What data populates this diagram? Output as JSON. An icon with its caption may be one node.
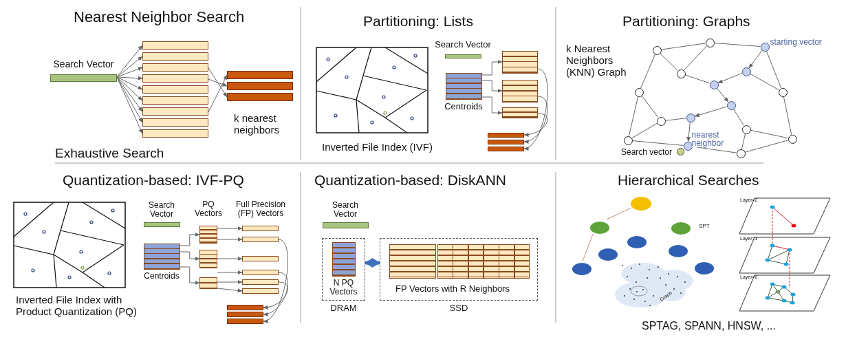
{
  "diagram": {
    "nodes": [
      {
        "text": [
          "Search Vector"
        ]
      },
      {
        "text": [],
        "shape": "bar"
      },
      {
        "text": [],
        "shape": "bar"
      },
      {
        "text": [],
        "shape": "bar"
      },
      {
        "text": [],
        "shape": "bar"
      },
      {
        "text": [],
        "shape": "bar"
      },
      {
        "text": [],
        "shape": "bar"
      },
      {
        "text": [],
        "shape": "bar"
      },
      {
        "text": [],
        "shape": "bar"
      },
      {
        "text": [],
        "shape": "bar"
      },
      {
        "text": [],
        "shape": "bar"
      },
      {
        "text": [],
        "shape": "bar"
      },
      {
        "text": [],
        "shape": "bar"
      },
      {
        "text": [
          "Search Vector"
        ]
      },
      {
        "text": [
          "Centroids"
        ]
      },
      {
        "text": [],
        "shape": "box"
      },
      {
        "text": [],
        "shape": "box"
      },
      {
        "text": [],
        "shape": "box"
      },
      {
        "text": [],
        "shape": "bar"
      },
      {
        "text": [],
        "shape": "bar"
      },
      {
        "text": [],
        "shape": "bar"
      },
      {
        "text": [],
        "shape": "circle"
      },
      {
        "text": [],
        "shape": "circle"
      },
      {
        "text": [],
        "shape": "circle",
        "beside": [
          "starting vector"
        ]
      },
      {
        "text": [],
        "shape": "circle"
      },
      {
        "text": [],
        "shape": "circle"
      },
      {
        "text": [],
        "shape": "circle"
      },
      {
        "text": [],
        "shape": "circle"
      },
      {
        "text": [],
        "shape": "circle"
      },
      {
        "text": [],
        "shape": "circle"
      },
      {
        "text": [],
        "shape": "circle"
      },
      {
        "text": [],
        "shape": "circle"
      },
      {
        "text": [],
        "shape": "circle"
      },
      {
        "text": [],
        "shape": "circle"
      },
      {
        "text": [],
        "shape": "circle",
        "beside": [
          "nearest neighbor"
        ]
      },
      {
        "text": [],
        "shape": "circle"
      },
      {
        "text": [],
        "shape": "circle"
      },
      {
        "text": [
          "Search vector"
        ]
      },
      {
        "text": [
          "Search Vector"
        ]
      },
      {
        "text": [
          "Centroids"
        ]
      },
      {
        "text": [],
        "shape": "box"
      },
      {
        "text": [],
        "shape": "box"
      },
      {
        "text": [],
        "shape": "box"
      },
      {
        "text": [],
        "shape": "bar"
      },
      {
        "text": [],
        "shape": "bar"
      },
      {
        "text": [],
        "shape": "bar"
      },
      {
        "text": [],
        "shape": "bar"
      },
      {
        "text": [],
        "shape": "bar"
      },
      {
        "text": [],
        "shape": "bar"
      },
      {
        "text": [],
        "shape": "bar"
      },
      {
        "text": [],
        "shape": "bar"
      },
      {
        "text": [],
        "shape": "bar"
      },
      {
        "text": [
          "Search Vector"
        ]
      },
      {
        "text": [
          "DRAM"
        ]
      },
      {
        "text": [
          "N PQ Vectors"
        ],
        "in": 53
      },
      {
        "text": [
          "SSD"
        ]
      },
      {
        "text": [
          "FP Vectors with R Neighbors"
        ],
        "in": 55
      }
    ],
    "edges": [
      {
        "from": 0,
        "to": 1,
        "arrow": "to"
      },
      {
        "from": 0,
        "to": 2,
        "arrow": "to"
      },
      {
        "from": 0,
        "to": 3,
        "arrow": "to"
      },
      {
        "from": 0,
        "to": 4,
        "arrow": "to"
      },
      {
        "from": 0,
        "to": 5,
        "arrow": "to"
      },
      {
        "from": 0,
        "to": 6,
        "arrow": "to"
      },
      {
        "from": 0,
        "to": 7,
        "arrow": "to"
      },
      {
        "from": 0,
        "to": 8,
        "arrow": "to"
      },
      {
        "from": 0,
        "to": 9,
        "arrow": "to"
      },
      {
        "from": 3,
        "to": 12,
        "arrow": "to"
      },
      {
        "from": 4,
        "to": 11,
        "arrow": "to"
      },
      {
        "from": 7,
        "to": 10,
        "arrow": "to"
      },
      {
        "from": 14,
        "to": 15,
        "arrow": "to"
      },
      {
        "from": 14,
        "to": 16,
        "arrow": "to"
      },
      {
        "from": 14,
        "to": 17,
        "arrow": "to"
      },
      {
        "from": 15,
        "to": 20,
        "arrow": "to"
      },
      {
        "from": 16,
        "to": 19,
        "arrow": "to"
      },
      {
        "from": 17,
        "to": 18,
        "arrow": "to"
      },
      {
        "from": 21,
        "to": 22,
        "arrow": "none"
      },
      {
        "from": 22,
        "to": 23,
        "arrow": "none"
      },
      {
        "from": 21,
        "to": 24,
        "arrow": "none"
      },
      {
        "from": 22,
        "to": 24,
        "arrow": "none"
      },
      {
        "from": 23,
        "to": 28,
        "arrow": "none"
      },
      {
        "from": 24,
        "to": 26,
        "arrow": "none"
      },
      {
        "from": 25,
        "to": 28,
        "arrow": "none"
      },
      {
        "from": 21,
        "to": 27,
        "arrow": "none"
      },
      {
        "from": 27,
        "to": 33,
        "arrow": "none"
      },
      {
        "from": 27,
        "to": 30,
        "arrow": "none"
      },
      {
        "from": 30,
        "to": 31,
        "arrow": "none"
      },
      {
        "from": 33,
        "to": 30,
        "arrow": "none"
      },
      {
        "from": 29,
        "to": 32,
        "arrow": "none"
      },
      {
        "from": 32,
        "to": 35,
        "arrow": "none"
      },
      {
        "from": 32,
        "to": 36,
        "arrow": "none"
      },
      {
        "from": 28,
        "to": 36,
        "arrow": "none"
      },
      {
        "from": 33,
        "to": 34,
        "arrow": "none"
      },
      {
        "from": 34,
        "to": 35,
        "arrow": "none"
      },
      {
        "from": 35,
        "to": 36,
        "arrow": "none"
      },
      {
        "from": 23,
        "to": 25,
        "arrow": "to"
      },
      {
        "from": 25,
        "to": 26,
        "arrow": "to"
      },
      {
        "from": 26,
        "to": 29,
        "arrow": "to"
      },
      {
        "from": 29,
        "to": 31,
        "arrow": "to"
      },
      {
        "from": 31,
        "to": 34,
        "arrow": "to"
      },
      {
        "from": 39,
        "to": 40,
        "arrow": "to"
      },
      {
        "from": 39,
        "to": 41,
        "arrow": "to"
      },
      {
        "from": 39,
        "to": 42,
        "arrow": "to"
      },
      {
        "from": 40,
        "to": 43,
        "arrow": "to"
      },
      {
        "from": 40,
        "to": 44,
        "arrow": "to"
      },
      {
        "from": 41,
        "to": 45,
        "arrow": "to"
      },
      {
        "from": 41,
        "to": 46,
        "arrow": "to"
      },
      {
        "from": 42,
        "to": 47,
        "arrow": "to"
      },
      {
        "from": 42,
        "to": 48,
        "arrow": "to"
      },
      {
        "from": 44,
        "to": 51,
        "arrow": "to"
      },
      {
        "from": 46,
        "to": 50,
        "arrow": "to"
      },
      {
        "from": 47,
        "to": 49,
        "arrow": "to"
      },
      {
        "from": 53,
        "to": 55,
        "arrow": "both",
        "style": "thick",
        "color": "#3f6fbf"
      }
    ],
    "labels": [
      "Nearest Neighbor Search",
      "Partitioning: Lists",
      "Partitioning: Graphs",
      "k nearest neighbors",
      "Exhaustive Search",
      "Inverted File Index (IVF)",
      "k Nearest Neighbors (KNN) Graph",
      "Quantization-based: IVF-PQ",
      "Quantization-based: DiskANN",
      "Hierarchical Searches",
      "PQ Vectors",
      "Full Precision (FP) Vectors",
      "Inverted File Index with Product Quantization (PQ)",
      "SPT",
      "Graph",
      "Layer=2",
      "Layer=1",
      "Layer=0",
      "SPTAG, SPANN, HNSW, ..."
    ]
  }
}
